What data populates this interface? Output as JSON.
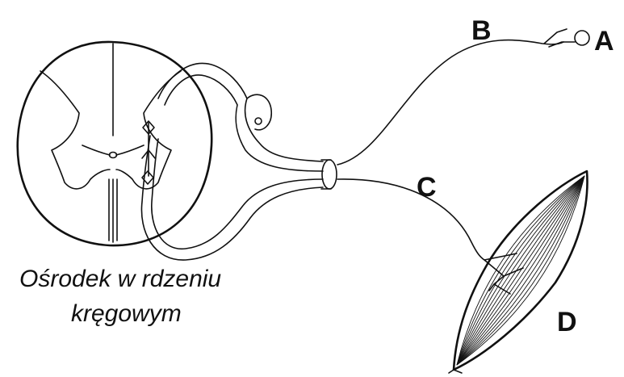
{
  "labels": {
    "a": "A",
    "b": "B",
    "c": "C",
    "d": "D"
  },
  "caption": {
    "line1": "Ośrodek w rdzeniu",
    "line2": "kręgowym"
  }
}
